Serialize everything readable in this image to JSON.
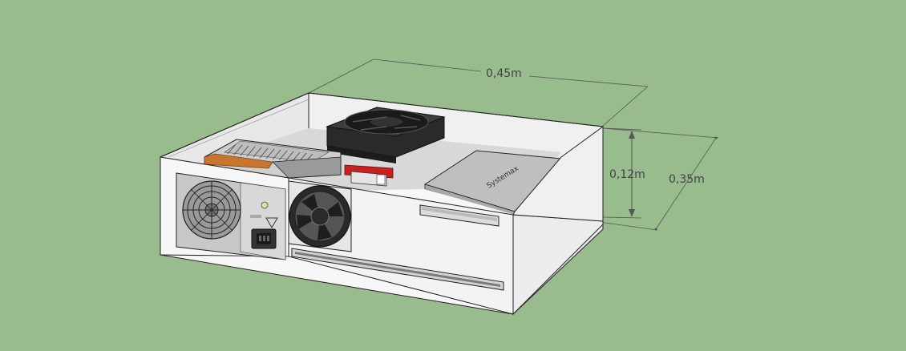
{
  "colors": {
    "background": "#98bc8e",
    "case_light": "#f4f4f4",
    "case_shade": "#e6e6e6",
    "line": "#222222",
    "dimension_line": "#555555",
    "psu_cover": "#c7762e",
    "red_part": "#cc2020"
  },
  "dimensions": {
    "width": "0,45m",
    "height": "0,12m",
    "depth": "0,35m"
  },
  "drive_label": "Systemax"
}
